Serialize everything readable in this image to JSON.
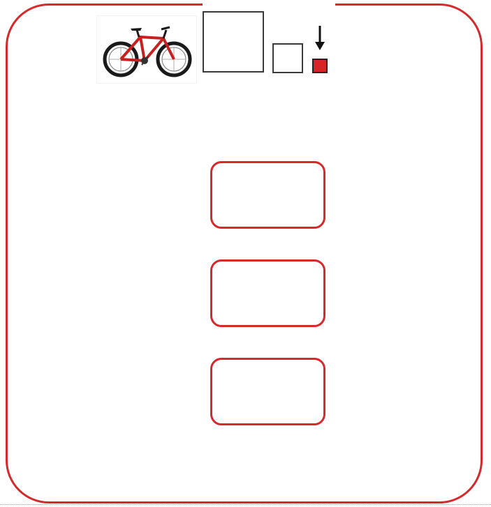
{
  "worksheet": {
    "picture": "bicycle",
    "large_square": "empty",
    "small_square": "empty",
    "arrow_icon": "down-arrow-icon",
    "marker_icon": "red-square-icon",
    "answer_boxes": [
      "",
      "",
      ""
    ]
  },
  "colors": {
    "border": "#d42a2a",
    "marker": "#d82424",
    "outline": "#3a3a3a"
  }
}
